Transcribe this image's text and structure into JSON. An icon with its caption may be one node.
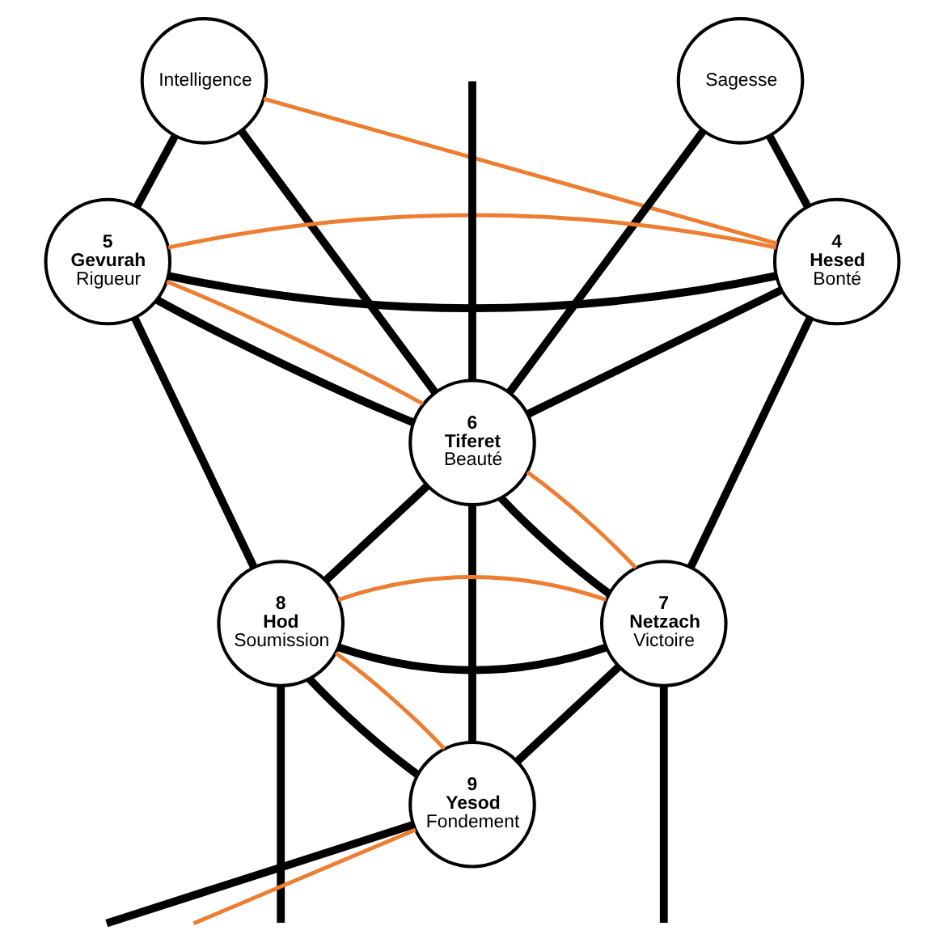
{
  "diagram": {
    "nodes": [
      {
        "text": [
          "Intelligence"
        ]
      },
      {
        "text": [
          "Sagesse"
        ]
      },
      {
        "text": [
          "5",
          "Gevurah",
          "Rigueur"
        ]
      },
      {
        "text": [
          "4",
          "Hesed",
          "Bonté"
        ]
      },
      {
        "text": [
          "6",
          "Tiferet",
          "Beauté"
        ]
      },
      {
        "text": [
          "8",
          "Hod",
          "Soumission"
        ]
      },
      {
        "text": [
          "7",
          "Netzach",
          "Victoire"
        ]
      },
      {
        "text": [
          "9",
          "Yesod",
          "Fondement"
        ]
      }
    ],
    "edges": [
      {
        "from": 0,
        "to": 2,
        "arrow": "none"
      },
      {
        "from": 0,
        "to": 4,
        "arrow": "none"
      },
      {
        "from": null,
        "to": 4,
        "arrow": "none"
      },
      {
        "from": 1,
        "to": 4,
        "arrow": "none"
      },
      {
        "from": 1,
        "to": 3,
        "arrow": "none"
      },
      {
        "from": 2,
        "to": 3,
        "arrow": "none"
      },
      {
        "from": 2,
        "to": 4,
        "arrow": "none"
      },
      {
        "from": 3,
        "to": 4,
        "arrow": "none"
      },
      {
        "from": 2,
        "to": 5,
        "arrow": "none"
      },
      {
        "from": 3,
        "to": 6,
        "arrow": "none"
      },
      {
        "from": 4,
        "to": 5,
        "arrow": "none"
      },
      {
        "from": 4,
        "to": 6,
        "arrow": "none"
      },
      {
        "from": 4,
        "to": 7,
        "arrow": "none"
      },
      {
        "from": 5,
        "to": 6,
        "arrow": "none"
      },
      {
        "from": 5,
        "to": 7,
        "arrow": "none"
      },
      {
        "from": 6,
        "to": 7,
        "arrow": "none"
      },
      {
        "from": 5,
        "to": null,
        "arrow": "none"
      },
      {
        "from": 7,
        "to": null,
        "arrow": "none"
      },
      {
        "from": 6,
        "to": null,
        "arrow": "none"
      },
      {
        "from": 0,
        "to": 3,
        "arrow": "none",
        "color": "#ed7d31"
      },
      {
        "from": 3,
        "to": 2,
        "arrow": "none",
        "color": "#ed7d31"
      },
      {
        "from": 2,
        "to": 4,
        "arrow": "none",
        "color": "#ed7d31"
      },
      {
        "from": 4,
        "to": 6,
        "arrow": "none",
        "color": "#ed7d31"
      },
      {
        "from": 6,
        "to": 5,
        "arrow": "none",
        "color": "#ed7d31"
      },
      {
        "from": 5,
        "to": 7,
        "arrow": "none",
        "color": "#ed7d31"
      },
      {
        "from": 7,
        "to": null,
        "arrow": "none",
        "color": "#ed7d31"
      }
    ]
  }
}
